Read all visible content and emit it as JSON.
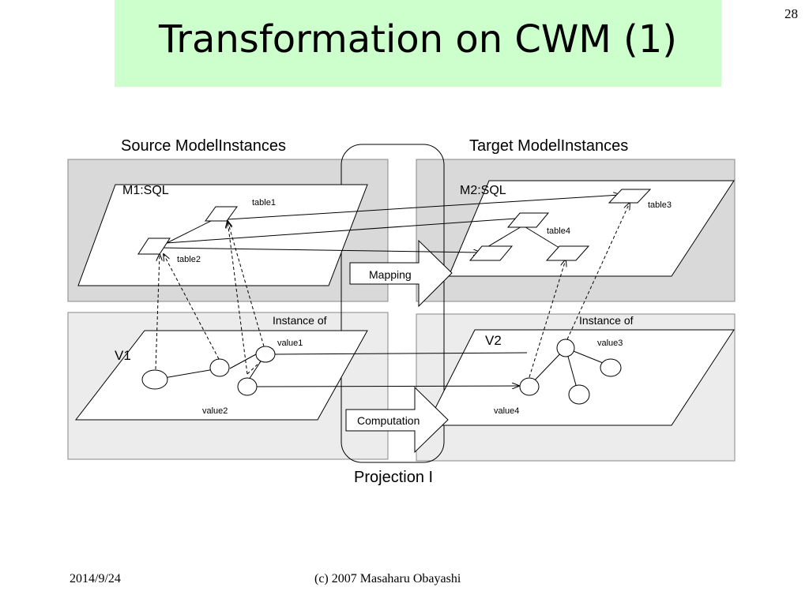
{
  "slide": {
    "number": "28",
    "title": "Transformation on CWM (1)",
    "footer_date": "2014/9/24",
    "footer_copyright": "(c) 2007 Masaharu Obayashi"
  },
  "colors": {
    "title_background": "#ccffcc",
    "upper_panel": "#d9d9d9",
    "lower_panel": "#ececec"
  },
  "diagram": {
    "source_heading": "Source ModelInstances",
    "target_heading": "Target ModelInstances",
    "projection_label": "Projection I",
    "m1_label": "M1:SQL",
    "m2_label": "M2:SQL",
    "v1_label": "V1",
    "v2_label": "V2",
    "instance_of_left": "Instance of",
    "instance_of_right": "Instance of",
    "mapping_label": "Mapping",
    "computation_label": "Computation",
    "table1": "table1",
    "table2": "table2",
    "table3": "table3",
    "table4": "table4",
    "value1": "value1",
    "value2": "value2",
    "value3": "value3",
    "value4": "value4"
  }
}
